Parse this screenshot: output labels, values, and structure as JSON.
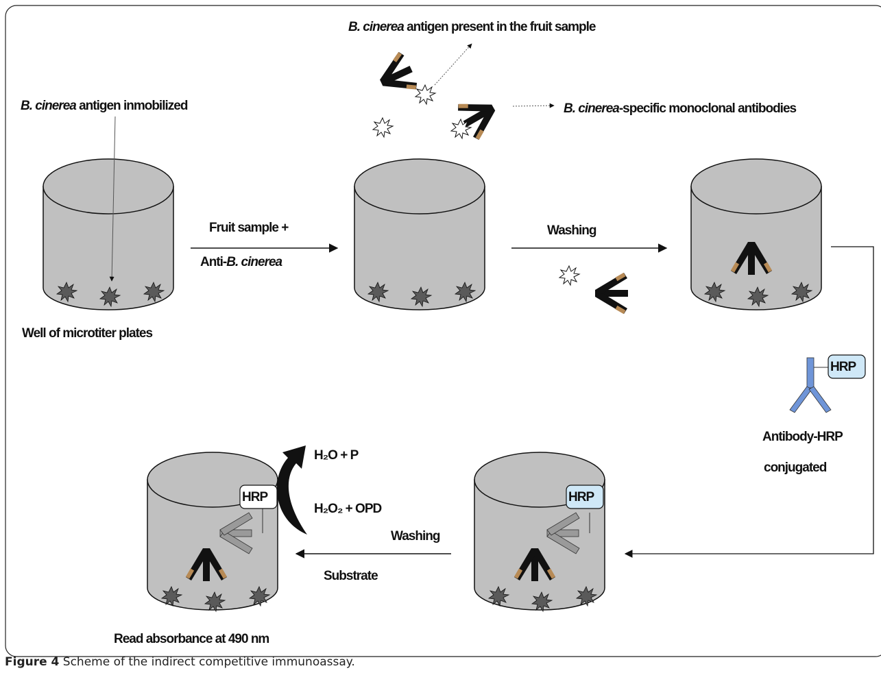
{
  "labels": {
    "antigen_fruit_pre": "B. cinerea",
    "antigen_fruit_post": " antigen present in the fruit sample",
    "antigen_immob_pre": "B. cinerea",
    "antigen_immob_post": " antigen inmobilized",
    "mab_pre": "B. cinerea",
    "mab_post": "-specific monoclonal antibodies",
    "step1_top": "Fruit sample +",
    "step1_bottom_pre": "Anti-",
    "step1_bottom_it": "B. cinerea",
    "step2": "Washing",
    "well_label": "Well of microtiter plates",
    "hrp_label_line1": "Antibody-HRP",
    "hrp_label_line2": "conjugated",
    "hrp": "HRP",
    "step4_top": "Washing",
    "step4_bottom": "Substrate",
    "products": "H₂O + P",
    "substrate": "H₂O₂ + OPD",
    "read": "Read absorbance at 490 nm"
  },
  "caption": {
    "bold": "Figure 4",
    "text": " Scheme of the indirect competitive immunoassay",
    "end": "."
  },
  "colors": {
    "well_fill": "#c0c0c0",
    "antigen_fill": "#5a5a5a",
    "hrp_blue": "#cfe8f7",
    "conj_blue": "#6f95d8"
  }
}
